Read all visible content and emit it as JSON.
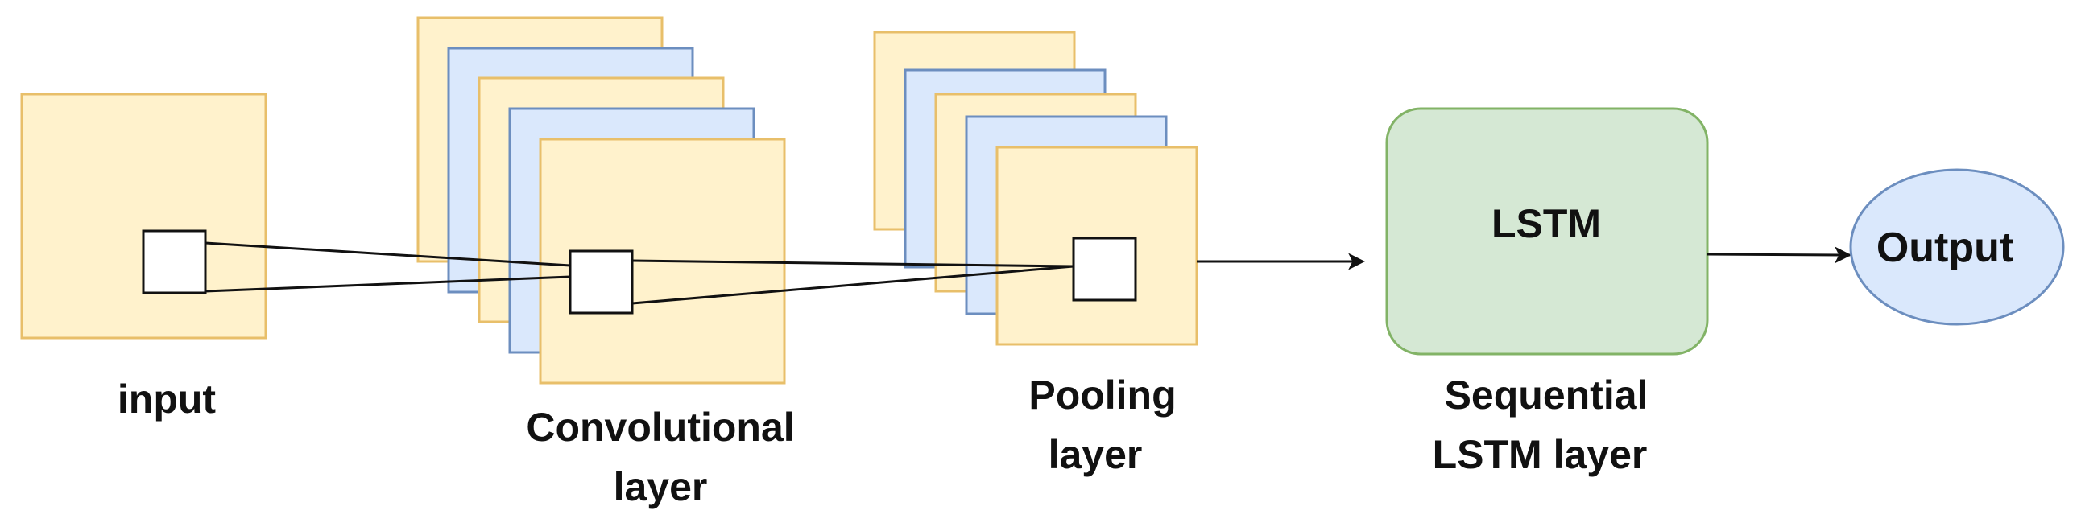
{
  "labels": {
    "input": "input",
    "conv_line1": "Convolutional",
    "conv_line2": "layer",
    "pool_line1": "Pooling",
    "pool_line2": "layer",
    "lstm": "LSTM",
    "seq_line1": "Sequential",
    "seq_line2": "LSTM layer",
    "output": "Output"
  },
  "colors": {
    "yellow_fill": "#fff2cc",
    "yellow_stroke": "#e8bf6a",
    "blue_fill": "#dae8fc",
    "blue_stroke": "#6c8ebf",
    "green_fill": "#d5e8d4",
    "green_stroke": "#82b366",
    "line": "#111111"
  }
}
